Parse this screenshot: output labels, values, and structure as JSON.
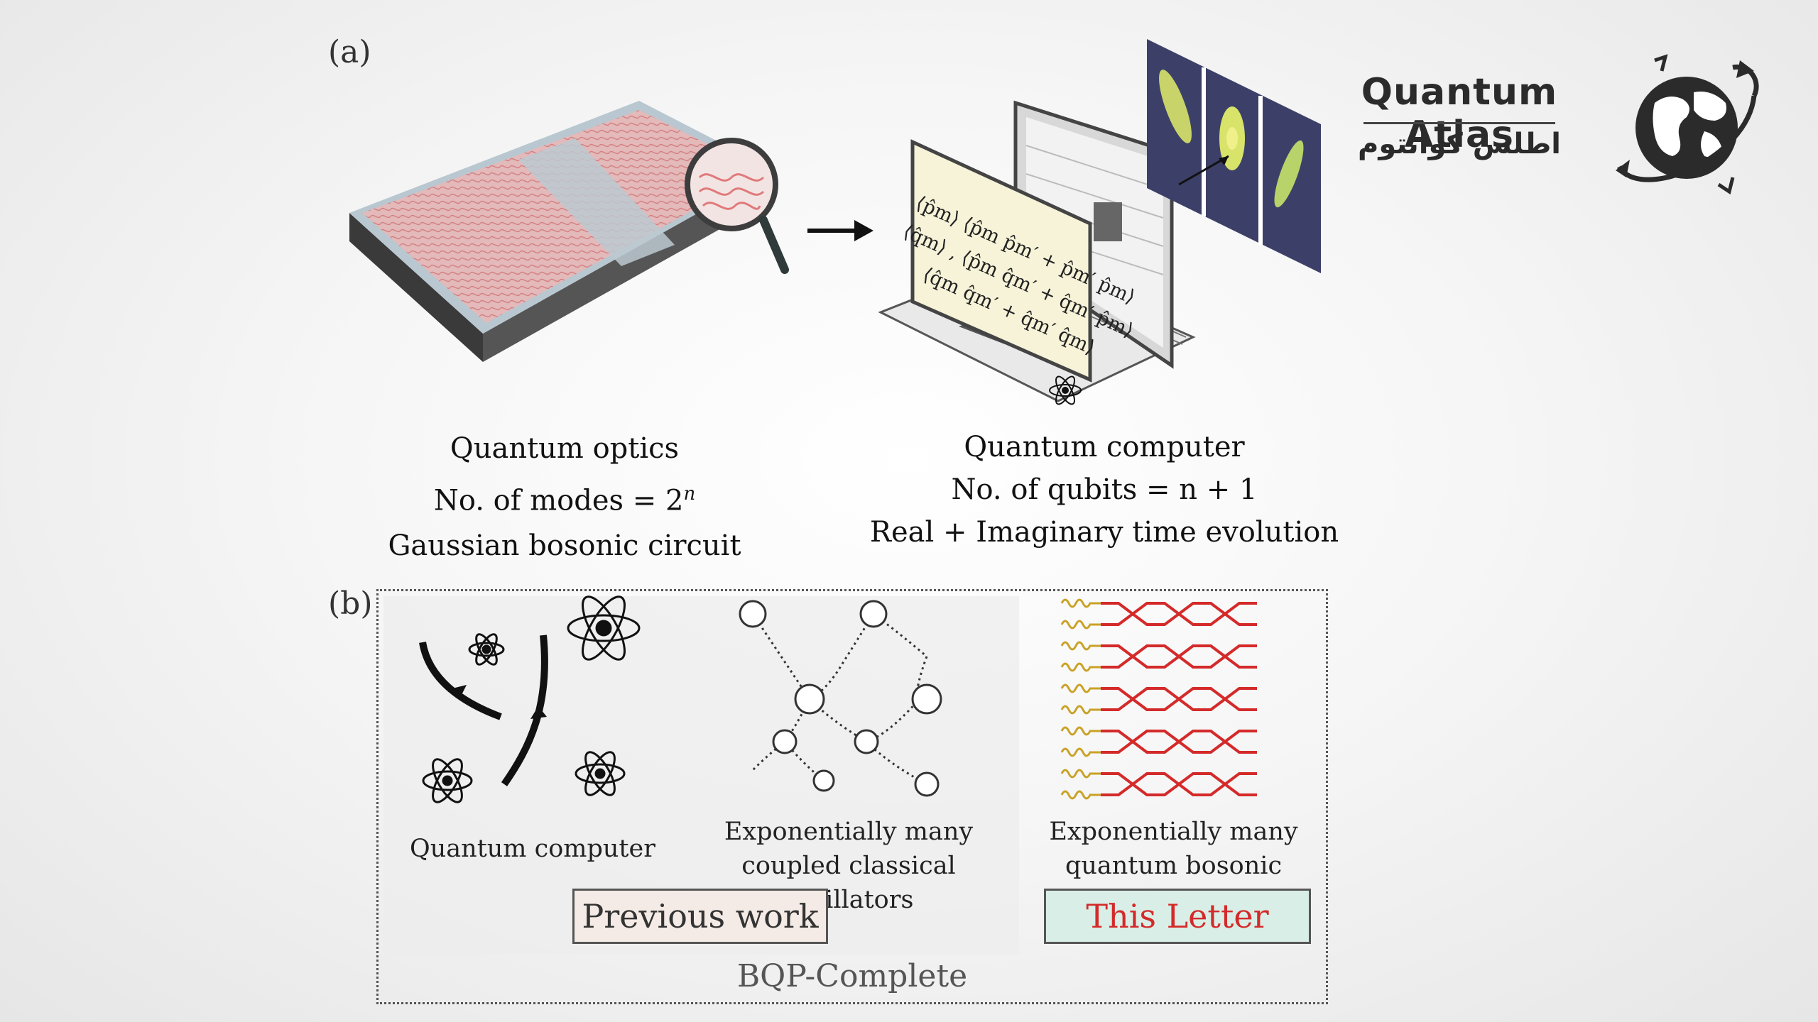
{
  "panel_a": {
    "label": "(a)",
    "left_caption": {
      "line1": "Quantum optics",
      "line2": "No. of modes = 2",
      "line2_sup": "n",
      "line3": "Gaussian bosonic circuit"
    },
    "right_caption": {
      "line1": "Quantum computer",
      "line2": "No. of qubits = n + 1",
      "line3": "Real + Imaginary time evolution"
    },
    "screen_equations": [
      "⟨p̂m⟩  ⟨p̂m p̂m′ + p̂m′ p̂m⟩",
      "⟨q̂m⟩ , ⟨p̂m q̂m′ + q̂m′ p̂m⟩",
      "⟨q̂m q̂m′ + q̂m′ q̂m⟩"
    ]
  },
  "panel_b": {
    "label": "(b)",
    "col1_caption": "Quantum computer",
    "col2_caption_line1": "Exponentially many",
    "col2_caption_line2": "coupled classical oscillators",
    "col3_caption_line1": "Exponentially many",
    "col3_caption_line2": "quantum bosonic modes",
    "previous_work": "Previous work",
    "this_letter": "This Letter",
    "footer": "BQP-Complete"
  },
  "logo": {
    "title": "Quantum Atlas",
    "subtitle": "اطلس کوانتوم"
  },
  "colors": {
    "accent_red": "#d42a2a",
    "spring_gold": "#c9a227",
    "prev_box_bg": "#f4ebe6",
    "letter_box_bg": "#d9eee6"
  }
}
